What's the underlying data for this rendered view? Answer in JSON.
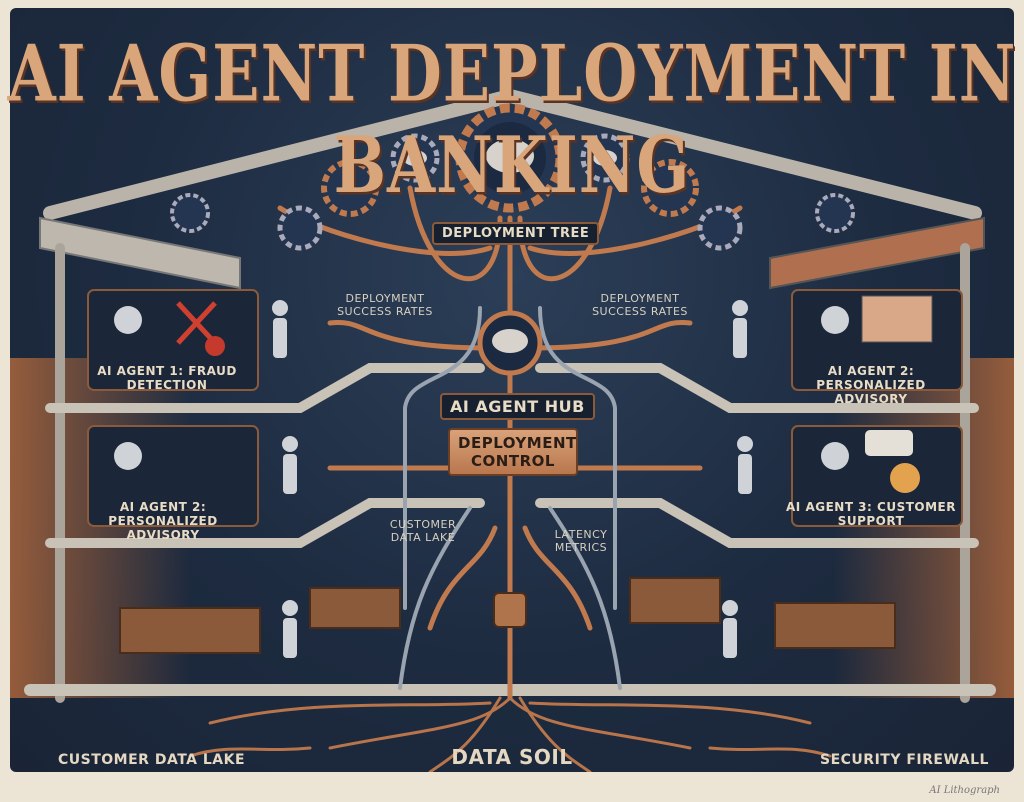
{
  "title": "AI AGENT DEPLOYMENT IN BANKING",
  "tree": {
    "label": "DEPLOYMENT TREE",
    "hub_label": "AI AGENT HUB",
    "control_label": "DEPLOYMENT CONTROL"
  },
  "metrics": {
    "left_success": "DEPLOYMENT SUCCESS RATES",
    "right_success": "DEPLOYMENT SUCCESS RATES",
    "customer_data_lake": "CUSTOMER DATA LAKE",
    "latency": "LATENCY METRICS"
  },
  "agents": [
    {
      "label": "AI AGENT 1: FRAUD DETECTION",
      "icon": "fraud-cross-icon"
    },
    {
      "label": "AI AGENT 2: PERSONALIZED ADVISORY",
      "icon": "profile-card-icon"
    },
    {
      "label": "AI AGENT 2: PERSONALIZED ADVISORY",
      "icon": "gears-icon"
    },
    {
      "label": "AI AGENT 3: CUSTOMER SUPPORT",
      "icon": "chat-smile-icon"
    }
  ],
  "footer": {
    "left": "CUSTOMER DATA LAKE",
    "center": "DATA SOIL",
    "right": "SECURITY FIREWALL"
  },
  "signature": "AI Lithograph",
  "colors": {
    "navy": "#1d2b40",
    "copper": "#c07a4e",
    "cream": "#ece5d6"
  }
}
